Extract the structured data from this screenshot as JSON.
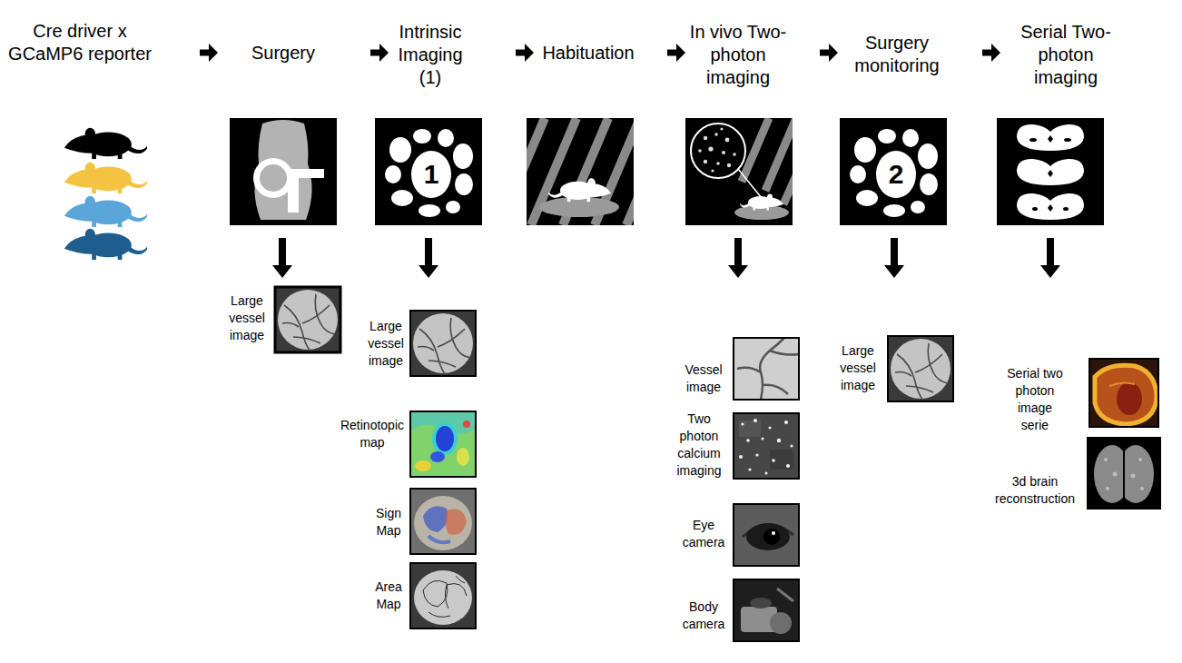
{
  "diagram": {
    "nodes": [
      {
        "text": [
          "Cre driver x GCaMP6 reporter"
        ]
      },
      {
        "text": [
          "Surgery"
        ]
      },
      {
        "text": [
          "Intrinsic Imaging (1)"
        ]
      },
      {
        "text": [
          "Habituation"
        ]
      },
      {
        "text": [
          "In vivo Two-photon imaging"
        ]
      },
      {
        "text": [
          "Surgery monitoring"
        ]
      },
      {
        "text": [
          "Serial Two-photon imaging"
        ]
      }
    ],
    "edges": [
      {
        "from": 0,
        "to": 1,
        "arrow": "to"
      },
      {
        "from": 1,
        "to": 2,
        "arrow": "to"
      },
      {
        "from": 2,
        "to": 3,
        "arrow": "to"
      },
      {
        "from": 3,
        "to": 4,
        "arrow": "to"
      },
      {
        "from": 4,
        "to": 5,
        "arrow": "to"
      },
      {
        "from": 5,
        "to": 6,
        "arrow": "to"
      }
    ],
    "labels": [
      "1",
      "2",
      "Large vessel image",
      "Large vessel image",
      "Retinotopic map",
      "Sign Map",
      "Area Map",
      "Vessel image",
      "Two photon calcium imaging",
      "Eye camera",
      "Body camera",
      "Large vessel image",
      "Serial two photon image serie",
      "3d brain reconstruction"
    ]
  }
}
